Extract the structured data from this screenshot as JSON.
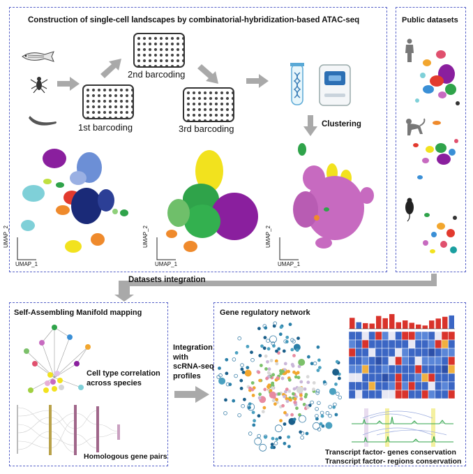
{
  "top_panel": {
    "title": "Construction of single-cell landscapes by  combinatorial-hybridization-based ATAC-seq",
    "barcode_1": "1st barcoding",
    "barcode_2": "2nd barcoding",
    "barcode_3": "3rd barcoding",
    "clustering": "Clustering",
    "umap_y": "UMAP_2",
    "umap_x": "UMAP_1"
  },
  "public_panel": {
    "title": "Public datasets"
  },
  "integration_label": "Datasets integration",
  "sam_panel": {
    "title": "Self-Assembling Manifold mapping",
    "correlation": "Cell type correlation\nacross species",
    "homologous": "Homologous gene pairs"
  },
  "middle_label": "Integration\nwith\nscRNA-seq\nprofiles",
  "grn_panel": {
    "title": "Gene regulatory network",
    "caption_1": "Transcript factor- genes conservation",
    "caption_2": "Transcript factor- regions conservation"
  },
  "colors": {
    "frame": "#5560c8",
    "arrow": "#a9a9a9",
    "purple": "#8a1f9e",
    "blue": "#6c8fd6",
    "navy": "#1a2a78",
    "cyan": "#7fd0d8",
    "red": "#e23a2e",
    "yellow": "#f2e21e",
    "orange": "#ef8a2c",
    "green": "#2fa34a",
    "pink": "#c76ac0",
    "heat_blue": "#3b66c4",
    "heat_red": "#d9332b"
  }
}
